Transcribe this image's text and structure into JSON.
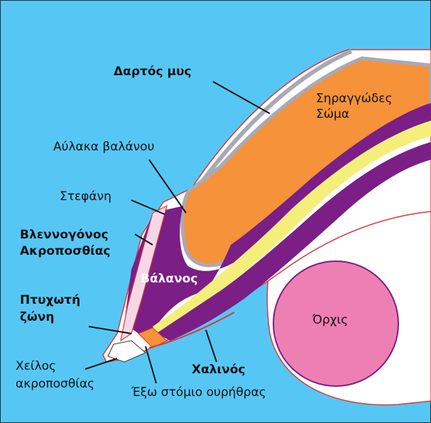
{
  "diagram": {
    "labels": {
      "dartos": "Δαρτός μυς",
      "spongy_1": "Σηραγγώδες",
      "spongy_2": "Σώμα",
      "sulcus": "Αύλακα βαλάνου",
      "corona": "Στεφάνη",
      "mucosa_1": "Βλεννογόνος",
      "mucosa_2": "Ακροποσθίας",
      "glans": "Βάλανος",
      "ridged_1": "Πτυχωτή",
      "ridged_2": "ζώνη",
      "testis": "Όρχις",
      "lip_1": "Χείλος",
      "lip_2": "ακροποσθίας",
      "frenulum": "Χαλινός",
      "meatus": "Έξω στόμιο ουρήθρας"
    },
    "colors": {
      "background": "#56c7f5",
      "corpus_cavernosum": "#f5923a",
      "glans_spongiosum": "#7b1e86",
      "urethra": "#f4ef7a",
      "testis": "#ee7fb3",
      "skin_outline": "#d63a3a",
      "dartos_gray": "#a9a9b6"
    }
  }
}
